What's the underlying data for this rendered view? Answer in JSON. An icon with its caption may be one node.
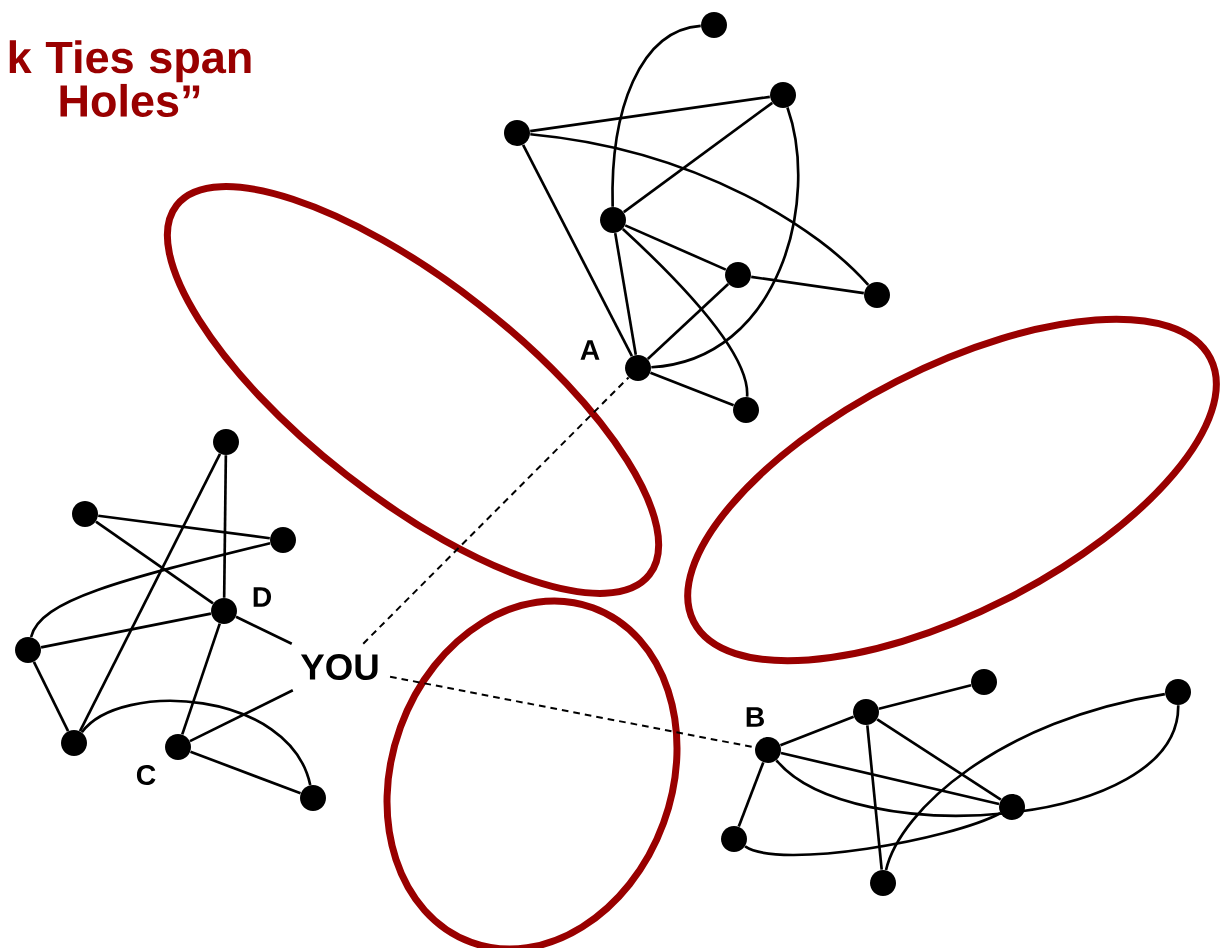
{
  "diagram": {
    "title": "k Ties span Holes”",
    "nodes": [
      {
        "text": [],
        "shape": "circle"
      },
      {
        "text": [],
        "shape": "circle"
      },
      {
        "text": [],
        "shape": "circle"
      },
      {
        "text": [],
        "shape": "circle"
      },
      {
        "text": [],
        "shape": "circle"
      },
      {
        "text": [],
        "shape": "circle"
      },
      {
        "text": [],
        "shape": "circle",
        "beside": [
          "A"
        ]
      },
      {
        "text": [],
        "shape": "circle"
      },
      {
        "text": [],
        "shape": "circle"
      },
      {
        "text": [],
        "shape": "circle"
      },
      {
        "text": [],
        "shape": "circle"
      },
      {
        "text": [],
        "shape": "circle",
        "beside": [
          "D"
        ]
      },
      {
        "text": [],
        "shape": "circle"
      },
      {
        "text": [],
        "shape": "circle"
      },
      {
        "text": [],
        "shape": "circle",
        "beside": [
          "C"
        ]
      },
      {
        "text": [],
        "shape": "circle"
      },
      {
        "text": [
          "YOU"
        ]
      },
      {
        "text": [],
        "shape": "circle",
        "beside": [
          "B"
        ]
      },
      {
        "text": [],
        "shape": "circle"
      },
      {
        "text": [],
        "shape": "circle"
      },
      {
        "text": [],
        "shape": "circle"
      },
      {
        "text": [],
        "shape": "circle"
      },
      {
        "text": [],
        "shape": "circle"
      },
      {
        "text": [],
        "shape": "circle"
      }
    ],
    "edges": [
      {
        "from": 0,
        "to": 3,
        "arrow": "none"
      },
      {
        "from": 2,
        "to": 1,
        "arrow": "none"
      },
      {
        "from": 2,
        "to": 5,
        "arrow": "none"
      },
      {
        "from": 2,
        "to": 6,
        "arrow": "none"
      },
      {
        "from": 1,
        "to": 3,
        "arrow": "none"
      },
      {
        "from": 1,
        "to": 6,
        "arrow": "none"
      },
      {
        "from": 3,
        "to": 4,
        "arrow": "none"
      },
      {
        "from": 3,
        "to": 6,
        "arrow": "none"
      },
      {
        "from": 3,
        "to": 7,
        "arrow": "none"
      },
      {
        "from": 4,
        "to": 5,
        "arrow": "none"
      },
      {
        "from": 4,
        "to": 6,
        "arrow": "none"
      },
      {
        "from": 6,
        "to": 7,
        "arrow": "none"
      },
      {
        "from": 8,
        "to": 11,
        "arrow": "none"
      },
      {
        "from": 8,
        "to": 13,
        "arrow": "none"
      },
      {
        "from": 9,
        "to": 10,
        "arrow": "none"
      },
      {
        "from": 9,
        "to": 11,
        "arrow": "none"
      },
      {
        "from": 10,
        "to": 12,
        "arrow": "none"
      },
      {
        "from": 12,
        "to": 11,
        "arrow": "none"
      },
      {
        "from": 12,
        "to": 13,
        "arrow": "none"
      },
      {
        "from": 13,
        "to": 15,
        "arrow": "none"
      },
      {
        "from": 11,
        "to": 14,
        "arrow": "none"
      },
      {
        "from": 14,
        "to": 15,
        "arrow": "none"
      },
      {
        "from": 11,
        "to": 16,
        "arrow": "none"
      },
      {
        "from": 14,
        "to": 16,
        "arrow": "none"
      },
      {
        "from": 16,
        "to": 6,
        "arrow": "none",
        "style": "dashed"
      },
      {
        "from": 16,
        "to": 17,
        "arrow": "none",
        "style": "dashed"
      },
      {
        "from": 17,
        "to": 18,
        "arrow": "none"
      },
      {
        "from": 18,
        "to": 19,
        "arrow": "none"
      },
      {
        "from": 17,
        "to": 21,
        "arrow": "none"
      },
      {
        "from": 17,
        "to": 22,
        "arrow": "none"
      },
      {
        "from": 18,
        "to": 23,
        "arrow": "none"
      },
      {
        "from": 18,
        "to": 21,
        "arrow": "none"
      },
      {
        "from": 17,
        "to": 20,
        "arrow": "none"
      },
      {
        "from": 20,
        "to": 23,
        "arrow": "none"
      },
      {
        "from": 22,
        "to": 21,
        "arrow": "none"
      }
    ]
  }
}
